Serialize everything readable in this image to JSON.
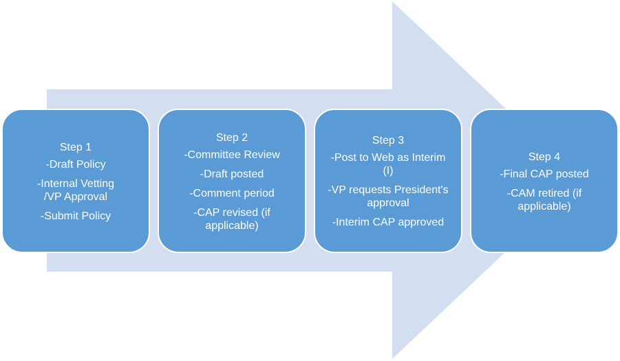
{
  "colors": {
    "arrow": "#d3dff0",
    "box": "#5b9bd5",
    "text": "#ffffff"
  },
  "steps": [
    {
      "title": "Step 1",
      "lines": [
        "-Draft Policy",
        "-Internal Vetting /VP Approval",
        "-Submit Policy"
      ]
    },
    {
      "title": "Step 2",
      "lines": [
        "-Committee Review",
        "-Draft posted",
        "-Comment period",
        "-CAP revised (if applicable)"
      ]
    },
    {
      "title": "Step 3",
      "lines": [
        "-Post to Web as Interim (I)",
        "-VP requests President's approval",
        "-Interim CAP approved"
      ]
    },
    {
      "title": "Step 4",
      "lines": [
        "-Final CAP posted",
        "-CAM retired (if applicable)"
      ]
    }
  ]
}
